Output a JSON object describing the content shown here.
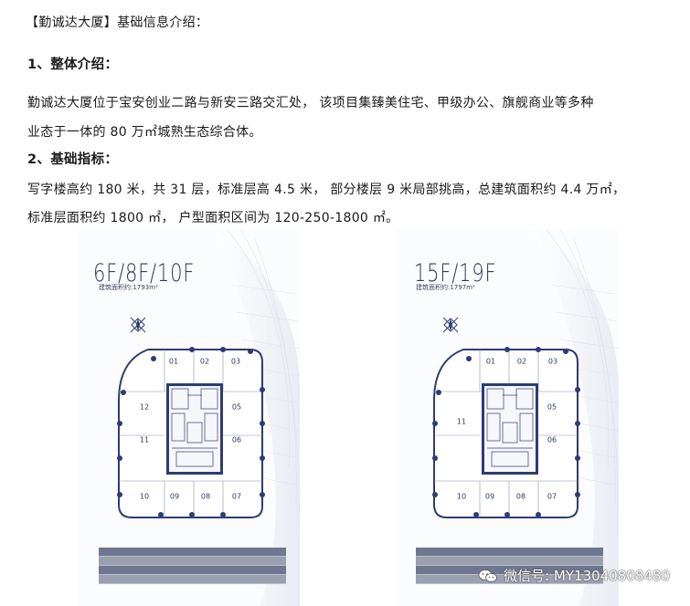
{
  "doc": {
    "title": "【勤诚达大厦】基础信息介绍：",
    "section1_heading": "1、整体介绍：",
    "section1_line1": "勤诚达大厦位于宝安创业二路与新安三路交汇处，  该项目集臻美住宅、甲级办公、旗舰商业等多种",
    "section1_line2": "业态于一体的 80 万㎡城熟生态综合体。",
    "section2_heading": "2、基础指标：",
    "section2_line1": "写字楼高约 180 米，共 31 层，标准层高 4.5 米，  部分楼层 9 米局部挑高，总建筑面积约 4.4 万㎡，",
    "section2_line2": "标准层面积约 1800 ㎡，  户型面积区间为 120-250-1800 ㎡。"
  },
  "plans": [
    {
      "floor": "6F/8F/10F",
      "area": "建筑面积约:1793m²",
      "units": [
        "01",
        "02",
        "03",
        "05",
        "06",
        "07",
        "08",
        "09",
        "10",
        "11",
        "12"
      ]
    },
    {
      "floor": "15F/19F",
      "area": "建筑面积约:1797m²",
      "units": [
        "01",
        "02",
        "03",
        "05",
        "06",
        "07",
        "08",
        "09",
        "10",
        "11"
      ]
    }
  ],
  "watermark": {
    "text": "微信号: MY13040808480",
    "icon": "wechat-icon"
  }
}
